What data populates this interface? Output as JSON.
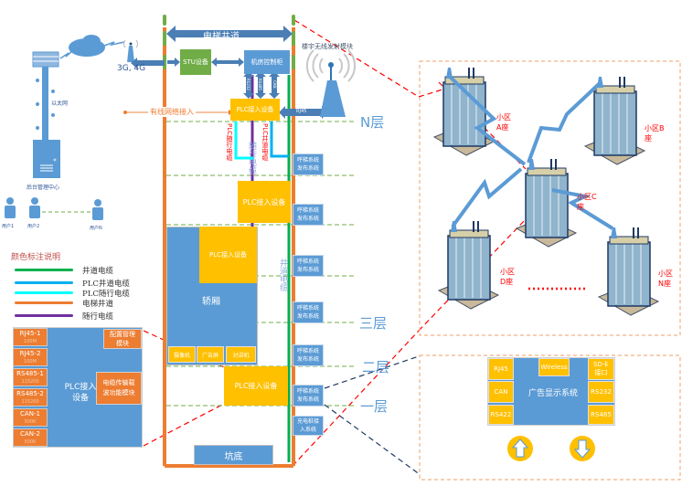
{
  "network": {
    "wireless_label": "3G, 4G",
    "ethernet_label": "以太网",
    "mgmt_center_label": "后台管理中心",
    "users": [
      "用户1",
      "用户2",
      "用户N"
    ],
    "wired_access_label": "有线网络接入"
  },
  "shaft": {
    "title": "电梯井道",
    "stu_label": "STU设备",
    "machine_room_label": "机房控制柜",
    "arrow_labels": [
      "RS232",
      "RS485",
      "CAN"
    ],
    "plc_top_label": "PLC接入设备",
    "rj45_label": "RJ45",
    "wireless_module_label": "楼宇无线发射模块",
    "plc_traveling_cable_label": "PLC随行电缆",
    "plc_shaft_cable_label": "PLC井道电缆",
    "traveling_cable_label": "随行电缆",
    "shaft_cable_label": "井道电缆",
    "plc_mid_label": "PLC接入设备",
    "car_label": "轿厢",
    "plc_car_label": "PLC接入设备",
    "car_devices": [
      "摄像机",
      "广告屏",
      "对讲机"
    ],
    "plc_bottom_label": "PLC接入设备",
    "pit_label": "坑底",
    "call_system_label": "呼梯系统\n发布系统",
    "charging_label": "充电桩接\n入系统",
    "floors": [
      "N层",
      "三层",
      "二层",
      "一层"
    ]
  },
  "legend": {
    "title": "颜色标注说明",
    "items": [
      {
        "label": "井道电缆",
        "color": "#00b050"
      },
      {
        "label": "PLC井道电缆",
        "color": "#00b0f0"
      },
      {
        "label": "PLC随行电缆",
        "color": "#00ffff"
      },
      {
        "label": "电梯井道",
        "color": "#ed7d31"
      },
      {
        "label": "随行电缆",
        "color": "#7030a0"
      }
    ]
  },
  "plc_detail": {
    "title": "PLC接入\n设备",
    "config_module": "配置管理\n模块",
    "carrier_module": "电缆传输载\n波功能模块",
    "ports": [
      {
        "name": "RJ45-1",
        "rate": "100M"
      },
      {
        "name": "RJ45-2",
        "rate": "100M"
      },
      {
        "name": "RS485-1",
        "rate": "115200"
      },
      {
        "name": "RS485-2",
        "rate": "115200"
      },
      {
        "name": "CAN-1",
        "rate": "500K"
      },
      {
        "name": "CAN-2",
        "rate": "500K"
      }
    ]
  },
  "buildings": [
    {
      "label": "小区\nA座"
    },
    {
      "label": "小区B\n座"
    },
    {
      "label": "小区C\n座"
    },
    {
      "label": "小区\nD座"
    },
    {
      "label": "小区\nN座"
    }
  ],
  "ad_system": {
    "title": "广告显示系统",
    "ports_left": [
      "RJ45",
      "CAN",
      "RS422"
    ],
    "port_top": "Wireless",
    "ports_right": [
      "SD卡\n接口",
      "RS232",
      "RS485"
    ],
    "call_label": "呼梯\n系统"
  },
  "colors": {
    "blue": "#5b9bd5",
    "yellow": "#ffc000",
    "orange": "#ed7d31",
    "green_cable": "#00b050",
    "red_dash": "#ff0000",
    "navy_dash": "#1f3864"
  }
}
